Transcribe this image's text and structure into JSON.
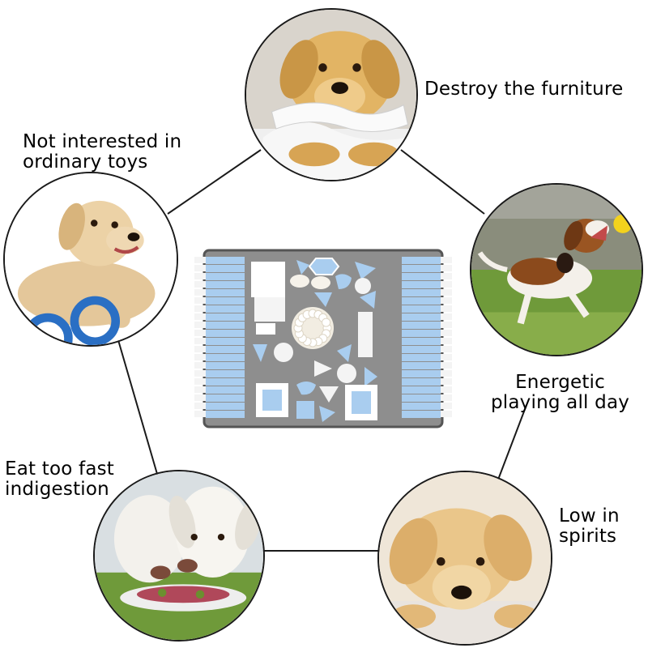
{
  "captions": {
    "top": [
      "Destroy the furniture"
    ],
    "upper_left": [
      "Not interested in",
      "ordinary toys"
    ],
    "upper_right": [
      "Energetic",
      "playing all day"
    ],
    "lower_left": [
      "Eat too fast",
      "indigestion"
    ],
    "lower_right": [
      "Low in",
      "spirits"
    ]
  },
  "colors": {
    "mat_base": "#8e8e8e",
    "mat_border": "#555555",
    "fleece_blue": "#a9cdef",
    "fleece_white": "#f4f4f4",
    "line": "#1a1a1a",
    "golden_fur": "#e7c07d",
    "grass": "#6f9a3a"
  }
}
